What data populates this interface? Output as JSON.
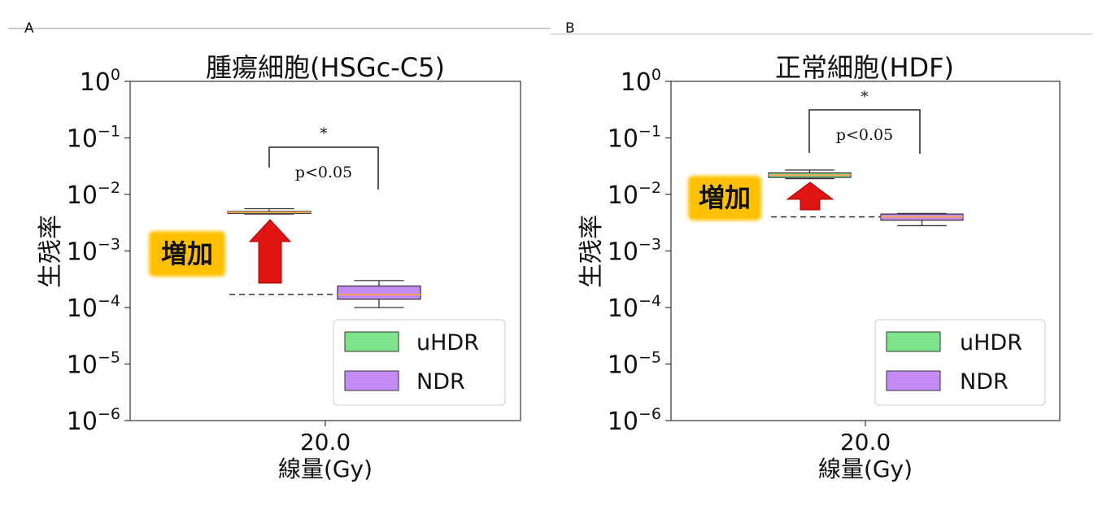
{
  "panels": {
    "a_label": "A",
    "b_label": "B"
  },
  "colors": {
    "uhdr": "#7ee38a",
    "ndr": "#c48bf5",
    "median": "#f5a25a",
    "arrow": "#e11414",
    "highlight": "#ffc000"
  },
  "chart_data": [
    {
      "type": "box",
      "title": "腫瘍細胞(HSGc-C5)",
      "xlabel": "線量(Gy)",
      "ylabel": "生残率",
      "yscale": "log",
      "ylim": [
        1e-06,
        1
      ],
      "categories": [
        "20.0"
      ],
      "series": [
        {
          "name": "uHDR",
          "whisker_low": 0.0045,
          "q1": 0.0046,
          "median": 0.0048,
          "q3": 0.005,
          "whisker_high": 0.0056
        },
        {
          "name": "NDR",
          "whisker_low": 0.0001,
          "q1": 0.00014,
          "median": 0.00017,
          "q3": 0.00024,
          "whisker_high": 0.0003
        }
      ],
      "reference_line": 0.00017,
      "significance": {
        "star": "*",
        "text": "p<0.05"
      },
      "annotation": "増加",
      "legend": {
        "position": "lower-right",
        "entries": [
          "uHDR",
          "NDR"
        ]
      }
    },
    {
      "type": "box",
      "title": "正常細胞(HDF)",
      "xlabel": "線量(Gy)",
      "ylabel": "生残率",
      "yscale": "log",
      "ylim": [
        1e-06,
        1
      ],
      "categories": [
        "20.0"
      ],
      "series": [
        {
          "name": "uHDR",
          "whisker_low": 0.019,
          "q1": 0.02,
          "median": 0.022,
          "q3": 0.024,
          "whisker_high": 0.027
        },
        {
          "name": "NDR",
          "whisker_low": 0.0028,
          "q1": 0.0035,
          "median": 0.004,
          "q3": 0.0045,
          "whisker_high": 0.0046
        }
      ],
      "reference_line": 0.004,
      "significance": {
        "star": "*",
        "text": "p<0.05"
      },
      "annotation": "増加",
      "legend": {
        "position": "lower-right",
        "entries": [
          "uHDR",
          "NDR"
        ]
      }
    }
  ]
}
